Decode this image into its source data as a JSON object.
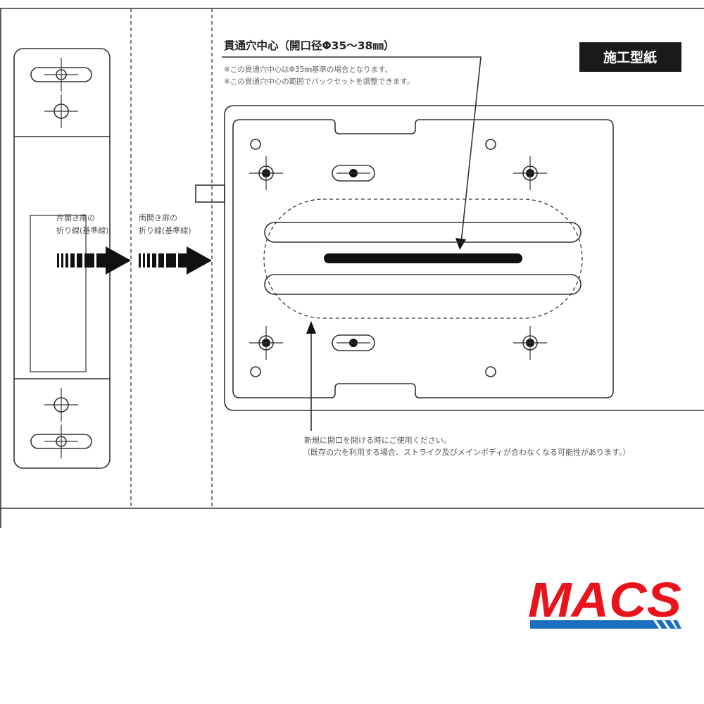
{
  "diagram": {
    "badge": "施工型紙",
    "center_title": "貫通穴中心（開口径Φ35〜38㎜）",
    "center_notes": [
      "※この貫通穴中心はΦ35㎜基準の場合となります。",
      "※この貫通穴中心の範囲でバックセットを調整できます。"
    ],
    "single_door_fold": [
      "片開き扉の",
      "折り線(基準線)"
    ],
    "double_door_fold": [
      "両開き扉の",
      "折り線(基準線)"
    ],
    "new_opening_notes": [
      "新規に開口を開ける時にご使用ください。",
      "（既存の穴を利用する場合、ストライク及びメインボディが合わなくなる可能性があります。）"
    ]
  },
  "logo": {
    "text": "MACS",
    "colors": {
      "red": "#e8141b",
      "blue": "#1a6fc0"
    }
  }
}
